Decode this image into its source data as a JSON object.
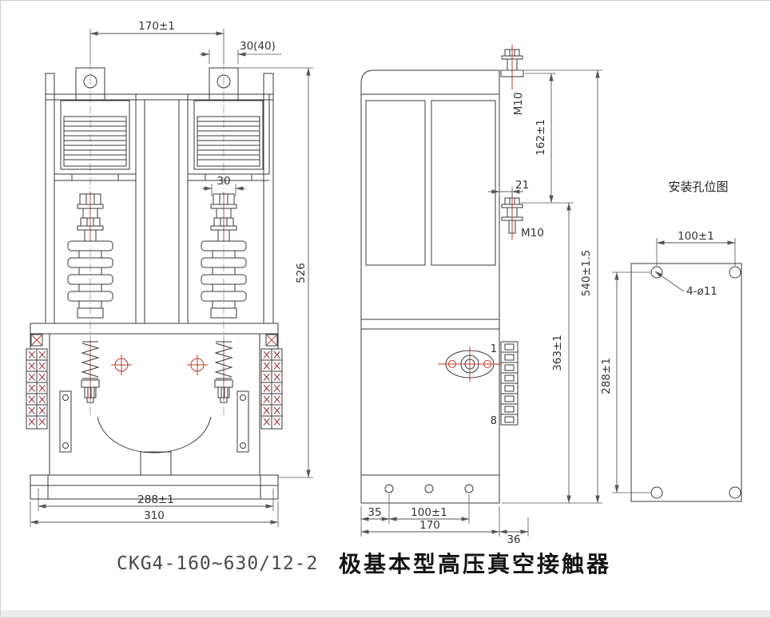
{
  "drawing_title": {
    "model": "CKG4-160~630/12-2",
    "name": "极基本型高压真空接触器"
  },
  "front_view": {
    "dim_pole_spacing": "170±1",
    "dim_tab_width": "30(40)",
    "dim_terminal_width": "30",
    "dim_height": "526",
    "dim_base_holes": "288±1",
    "dim_overall_width": "310"
  },
  "side_view": {
    "dim_top_thread": "M10",
    "dim_upper_height": "162±1",
    "dim_bolt_offset": "21",
    "dim_mid_thread": "M10",
    "dim_overall_height": "540±1.5",
    "dim_lower_height": "363±1",
    "dim_foot_offset": "35",
    "dim_foot_hole_spacing": "100±1",
    "dim_depth": "170",
    "dim_rear_offset": "36",
    "terminal_pin_first": "1",
    "terminal_pin_last": "8"
  },
  "mounting_view": {
    "title": "安装孔位图",
    "dim_hole_spacing_h": "100±1",
    "dim_hole_callout": "4-ø11",
    "dim_hole_spacing_v": "288±1"
  }
}
